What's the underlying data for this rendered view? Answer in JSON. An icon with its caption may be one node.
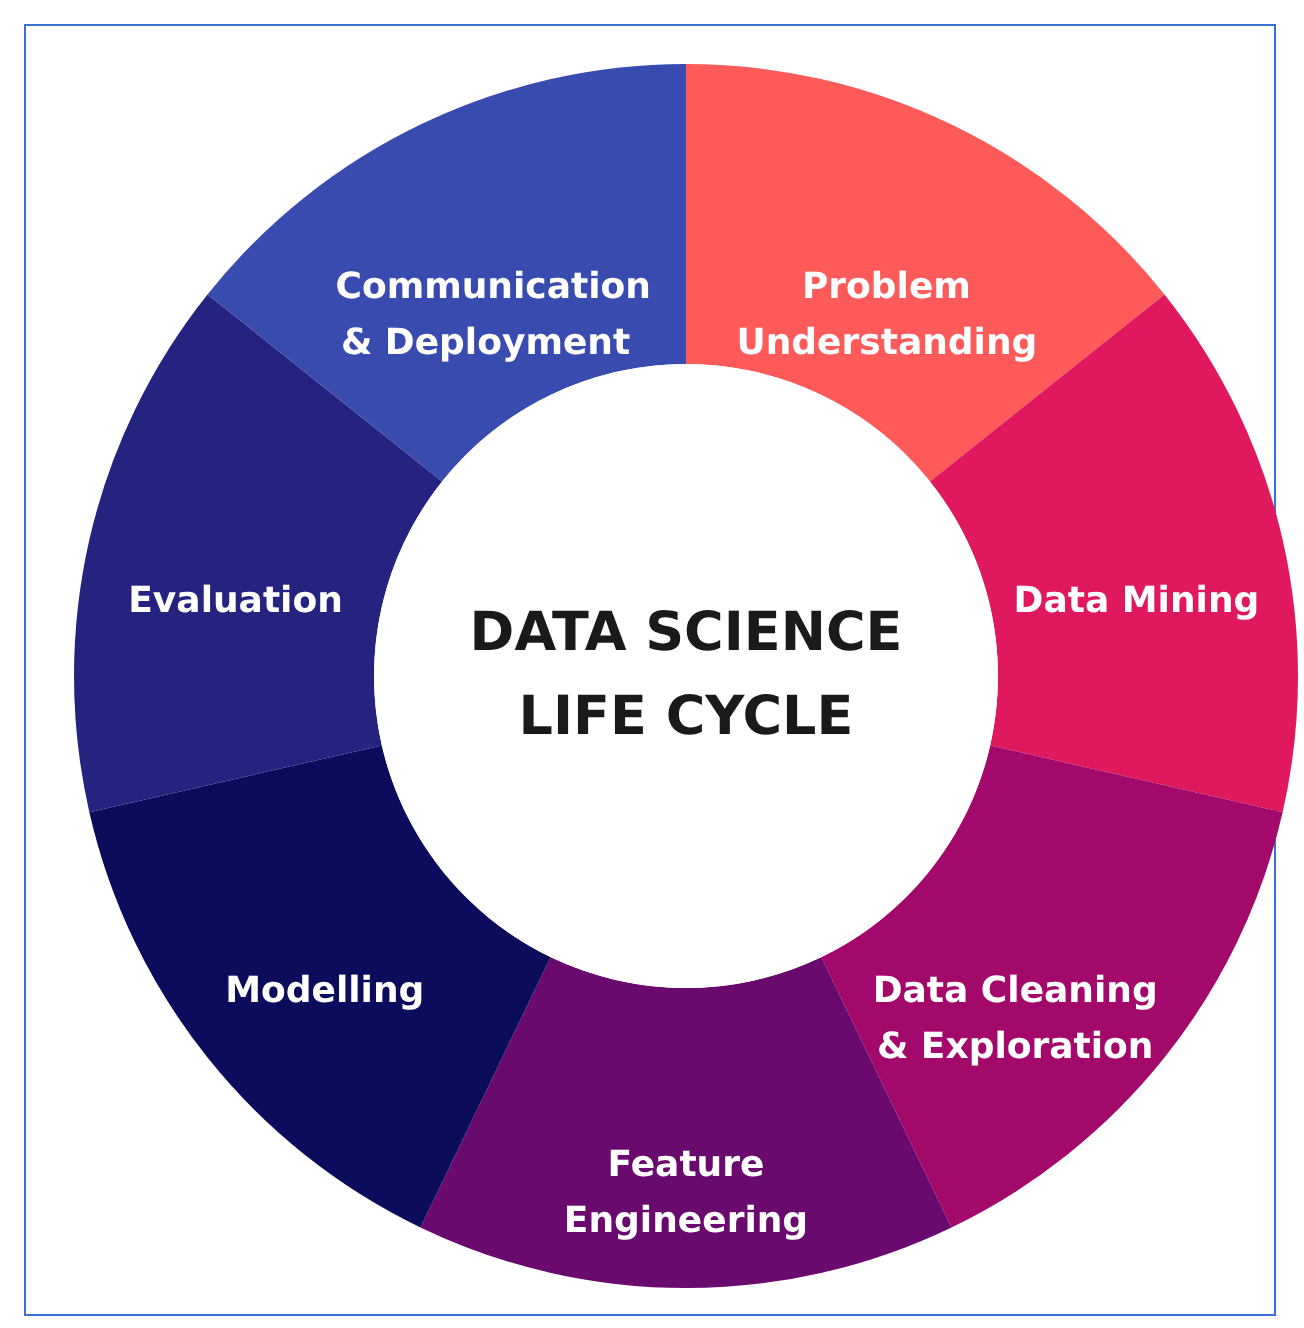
{
  "diagram": {
    "nodes": [
      {
        "text": [
          "DATA SCIENCE LIFE CYCLE"
        ]
      },
      {
        "text": [
          "Problem Understanding"
        ]
      },
      {
        "text": [
          "Data Mining"
        ]
      },
      {
        "text": [
          "Data Cleaning & Exploration"
        ]
      },
      {
        "text": [
          "Feature Engineering"
        ]
      },
      {
        "text": [
          "Modelling"
        ]
      },
      {
        "text": [
          "Evaluation"
        ]
      },
      {
        "text": [
          "Communication & Deployment"
        ]
      }
    ]
  }
}
